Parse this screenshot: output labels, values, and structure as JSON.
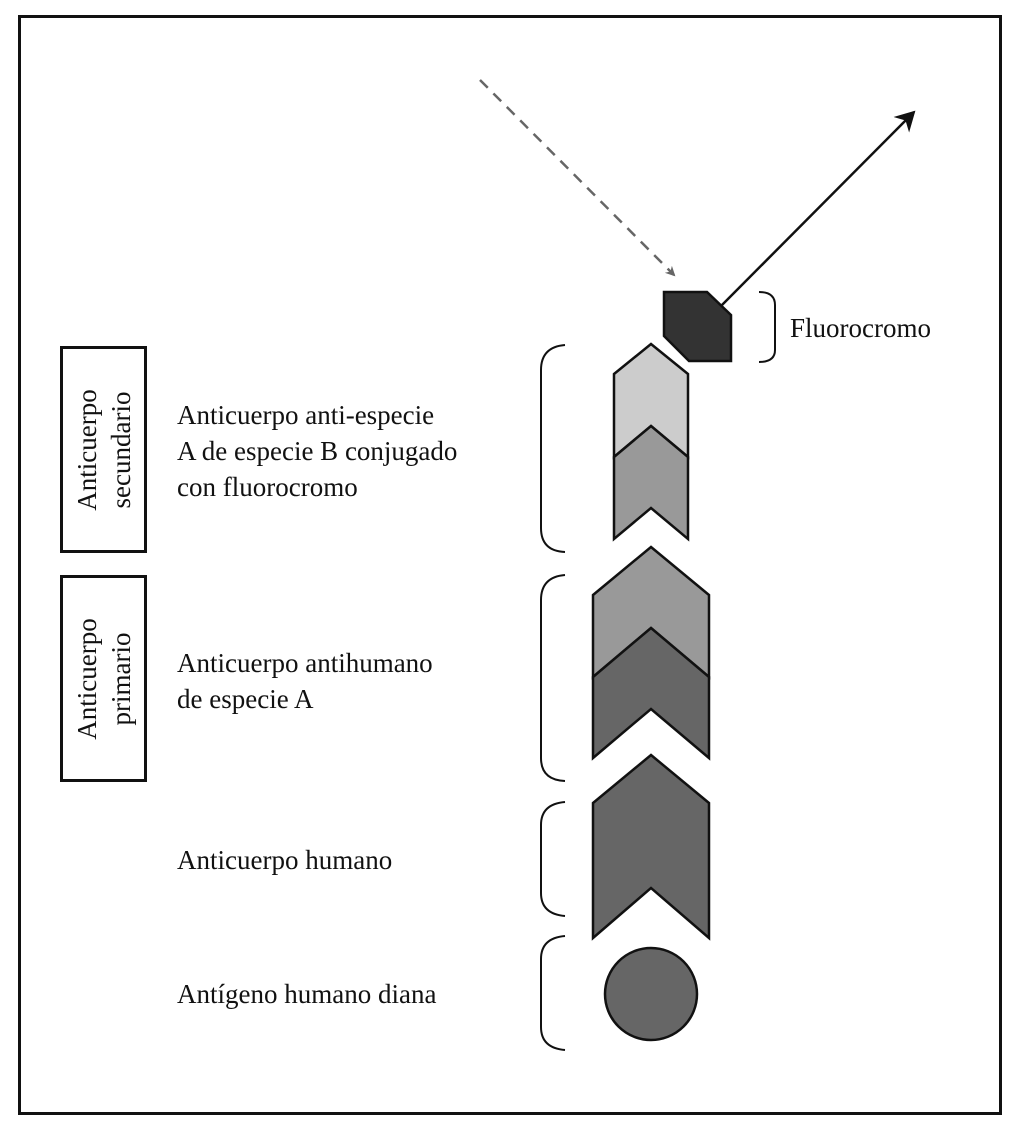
{
  "diagram": {
    "title": "",
    "labels": {
      "fluorochrome": "Fluorocromo",
      "secondary_desc": [
        "Anticuerpo anti-especie",
        "A de especie B conjugado",
        "con fluorocromo"
      ],
      "primary_desc": [
        "Anticuerpo antihumano",
        "de especie A"
      ],
      "human_antibody": "Anticuerpo humano",
      "target_antigen": "Antígeno humano diana"
    },
    "group_boxes": {
      "secondary": [
        "Anticuerpo",
        "secundario"
      ],
      "primary": [
        "Anticuerpo",
        "primario"
      ]
    },
    "arrows": {
      "excitation": {
        "style": "dashed",
        "color": "#666666",
        "direction": "incoming"
      },
      "emission": {
        "style": "solid",
        "color": "#111111",
        "direction": "outgoing"
      }
    },
    "colors": {
      "fluorochrome_fill": "#333333",
      "secondary_top_fill": "#cccccc",
      "secondary_bottom_fill": "#999999",
      "primary_top_fill": "#999999",
      "primary_bottom_fill": "#666666",
      "human_antibody_fill": "#666666",
      "antigen_fill": "#666666",
      "stroke": "#111111"
    }
  }
}
